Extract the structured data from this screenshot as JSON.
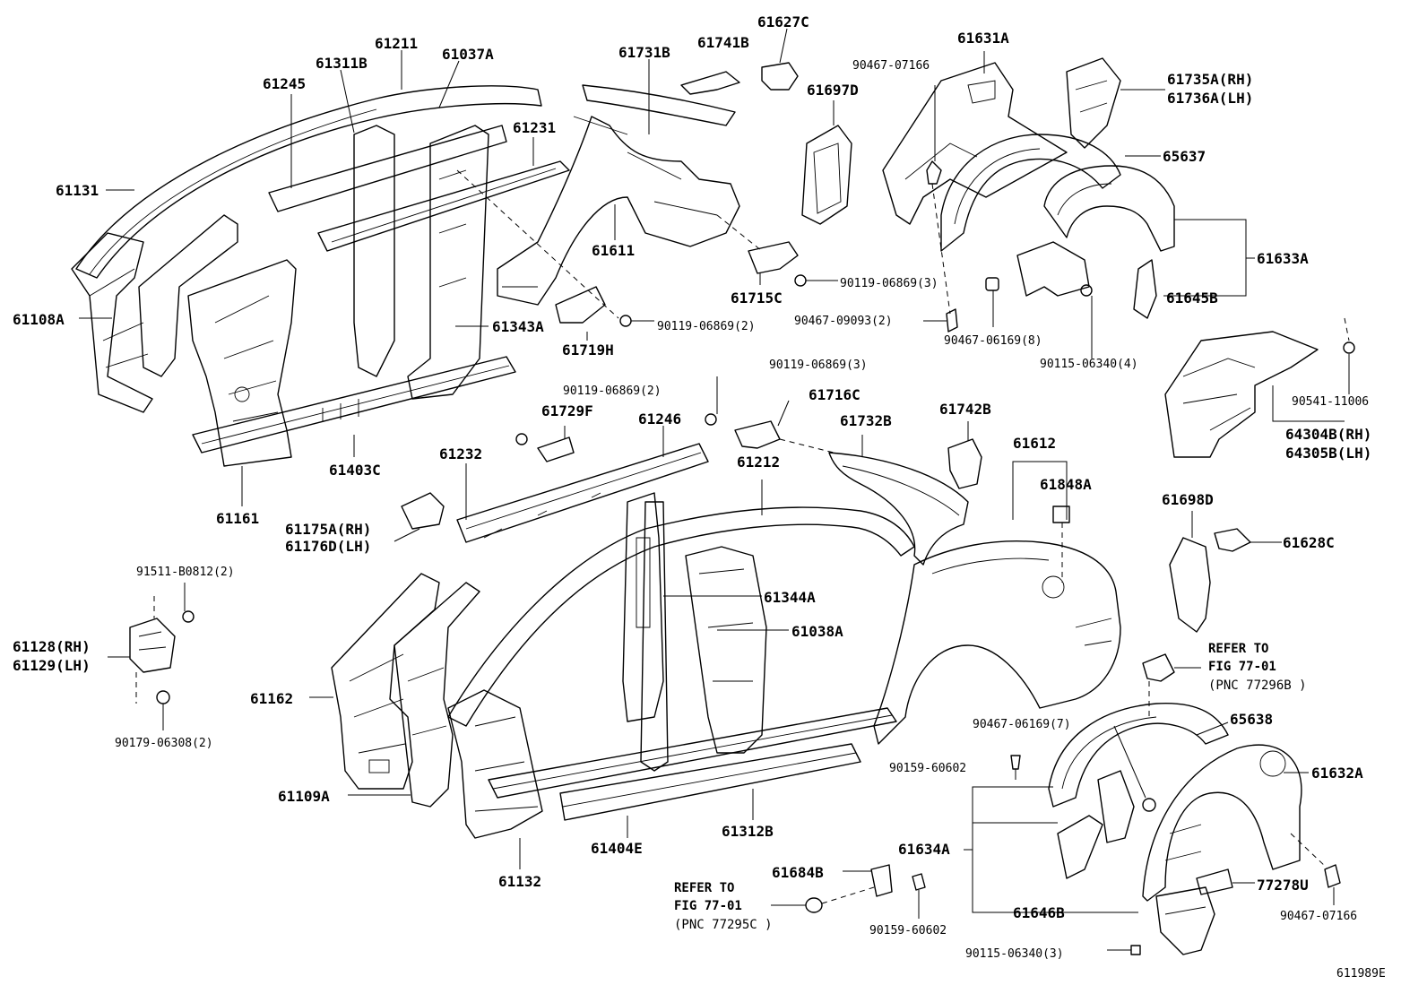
{
  "diagram_id": "611989E",
  "labels": {
    "l61211": "61211",
    "l61311B": "61311B",
    "l61037A": "61037A",
    "l61245": "61245",
    "l61231": "61231",
    "l61131": "61131",
    "l61108A": "61108A",
    "l61343A": "61343A",
    "l61403C": "61403C",
    "l61161": "61161",
    "l61731B": "61731B",
    "l61741B": "61741B",
    "l61627C": "61627C",
    "l61697D": "61697D",
    "l61611": "61611",
    "l61719H": "61719H",
    "l61715C": "61715C",
    "f90119_2a": "90119-06869(2)",
    "f90119_3a": "90119-06869(3)",
    "l61631A": "61631A",
    "f90467_07166a": "90467-07166",
    "l61735A": "61735A(RH)",
    "l61736A": "61736A(LH)",
    "l65637": "65637",
    "l61633A": "61633A",
    "l61645B": "61645B",
    "f90467_09093": "90467-09093(2)",
    "f90467_06169_8": "90467-06169(8)",
    "f90115_06340_4": "90115-06340(4)",
    "f90541_11006": "90541-11006",
    "l64304B": "64304B(RH)",
    "l64305B": "64305B(LH)",
    "f90119_3b": "90119-06869(3)",
    "f90119_2b": "90119-06869(2)",
    "l61716C": "61716C",
    "l61729F": "61729F",
    "l61246": "61246",
    "l61732B": "61732B",
    "l61742B": "61742B",
    "l61612": "61612",
    "l61232": "61232",
    "l61212": "61212",
    "l61848A": "61848A",
    "l61175A": "61175A(RH)",
    "l61176D": "61176D(LH)",
    "l61698D": "61698D",
    "l61628C": "61628C",
    "f91511": "91511-B0812(2)",
    "l61344A": "61344A",
    "l61128": "61128(RH)",
    "l61129": "61129(LH)",
    "l61038A": "61038A",
    "ref_a1": "REFER TO",
    "ref_a2": "FIG 77-01",
    "ref_a3": "(PNC 77296B )",
    "l61162": "61162",
    "f90179": "90179-06308(2)",
    "f90467_06169_7": "90467-06169(7)",
    "l65638": "65638",
    "f90159a": "90159-60602",
    "l61632A": "61632A",
    "l61109A": "61109A",
    "l61404E": "61404E",
    "l61312B": "61312B",
    "l61634A": "61634A",
    "l61132": "61132",
    "l61684B": "61684B",
    "l77278U": "77278U",
    "ref_b1": "REFER TO",
    "ref_b2": "FIG 77-01",
    "ref_b3": "(PNC 77295C )",
    "f90159b": "90159-60602",
    "l61646B": "61646B",
    "f90467_07166b": "90467-07166",
    "f90115_06340_3": "90115-06340(3)"
  }
}
